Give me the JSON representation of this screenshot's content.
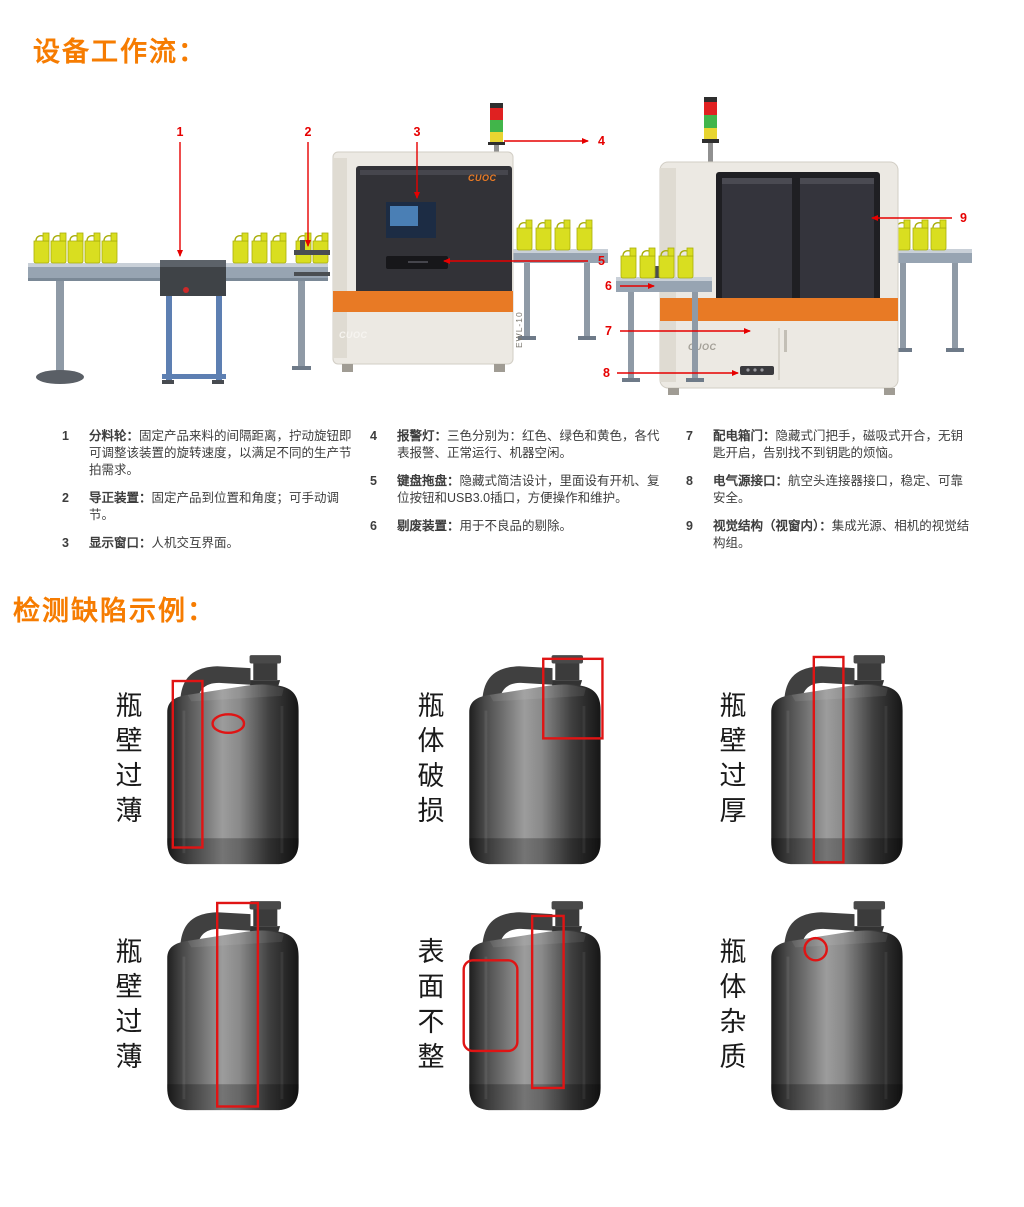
{
  "colors": {
    "accent_orange": "#f67c01",
    "machine_orange": "#e87a25",
    "callout_red": "#e60000",
    "annotation_red": "#e01414"
  },
  "sections": {
    "workflow_title": "设备工作流：",
    "defects_title": "检测缺陷示例："
  },
  "illustration": {
    "machine_logo": "CUOC",
    "machine_model": "EWL-10",
    "callouts": [
      "1",
      "2",
      "3",
      "4",
      "5",
      "6",
      "7",
      "8",
      "9"
    ]
  },
  "legend": {
    "columns": [
      {
        "items": [
          {
            "num": "1",
            "term": "分料轮：",
            "desc": "固定产品来料的间隔距离，拧动旋钮即可调整该装置的旋转速度，以满足不同的生产节拍需求。"
          },
          {
            "num": "2",
            "term": "导正装置：",
            "desc": "固定产品到位置和角度；可手动调节。"
          },
          {
            "num": "3",
            "term": "显示窗口：",
            "desc": "人机交互界面。"
          }
        ]
      },
      {
        "items": [
          {
            "num": "4",
            "term": "报警灯：",
            "desc": "三色分别为：红色、绿色和黄色，各代表报警、正常运行、机器空闲。"
          },
          {
            "num": "5",
            "term": "键盘拖盘：",
            "desc": "隐藏式简洁设计，里面设有开机、复位按钮和USB3.0插口，方便操作和维护。"
          },
          {
            "num": "6",
            "term": "剔废装置：",
            "desc": "用于不良品的剔除。"
          }
        ]
      },
      {
        "items": [
          {
            "num": "7",
            "term": "配电箱门：",
            "desc": "隐藏式门把手，磁吸式开合，无钥匙开启，告别找不到钥匙的烦恼。"
          },
          {
            "num": "8",
            "term": "电气源接口：",
            "desc": "航空头连接器接口，稳定、可靠安全。"
          },
          {
            "num": "9",
            "term": "视觉结构（视窗内）：",
            "desc": "集成光源、相机的视觉结构组。"
          }
        ]
      }
    ]
  },
  "defects": {
    "items": [
      {
        "label": "瓶壁过薄"
      },
      {
        "label": "瓶体破损"
      },
      {
        "label": "瓶壁过厚"
      },
      {
        "label": "瓶壁过薄"
      },
      {
        "label": "表面不整"
      },
      {
        "label": "瓶体杂质"
      }
    ]
  }
}
